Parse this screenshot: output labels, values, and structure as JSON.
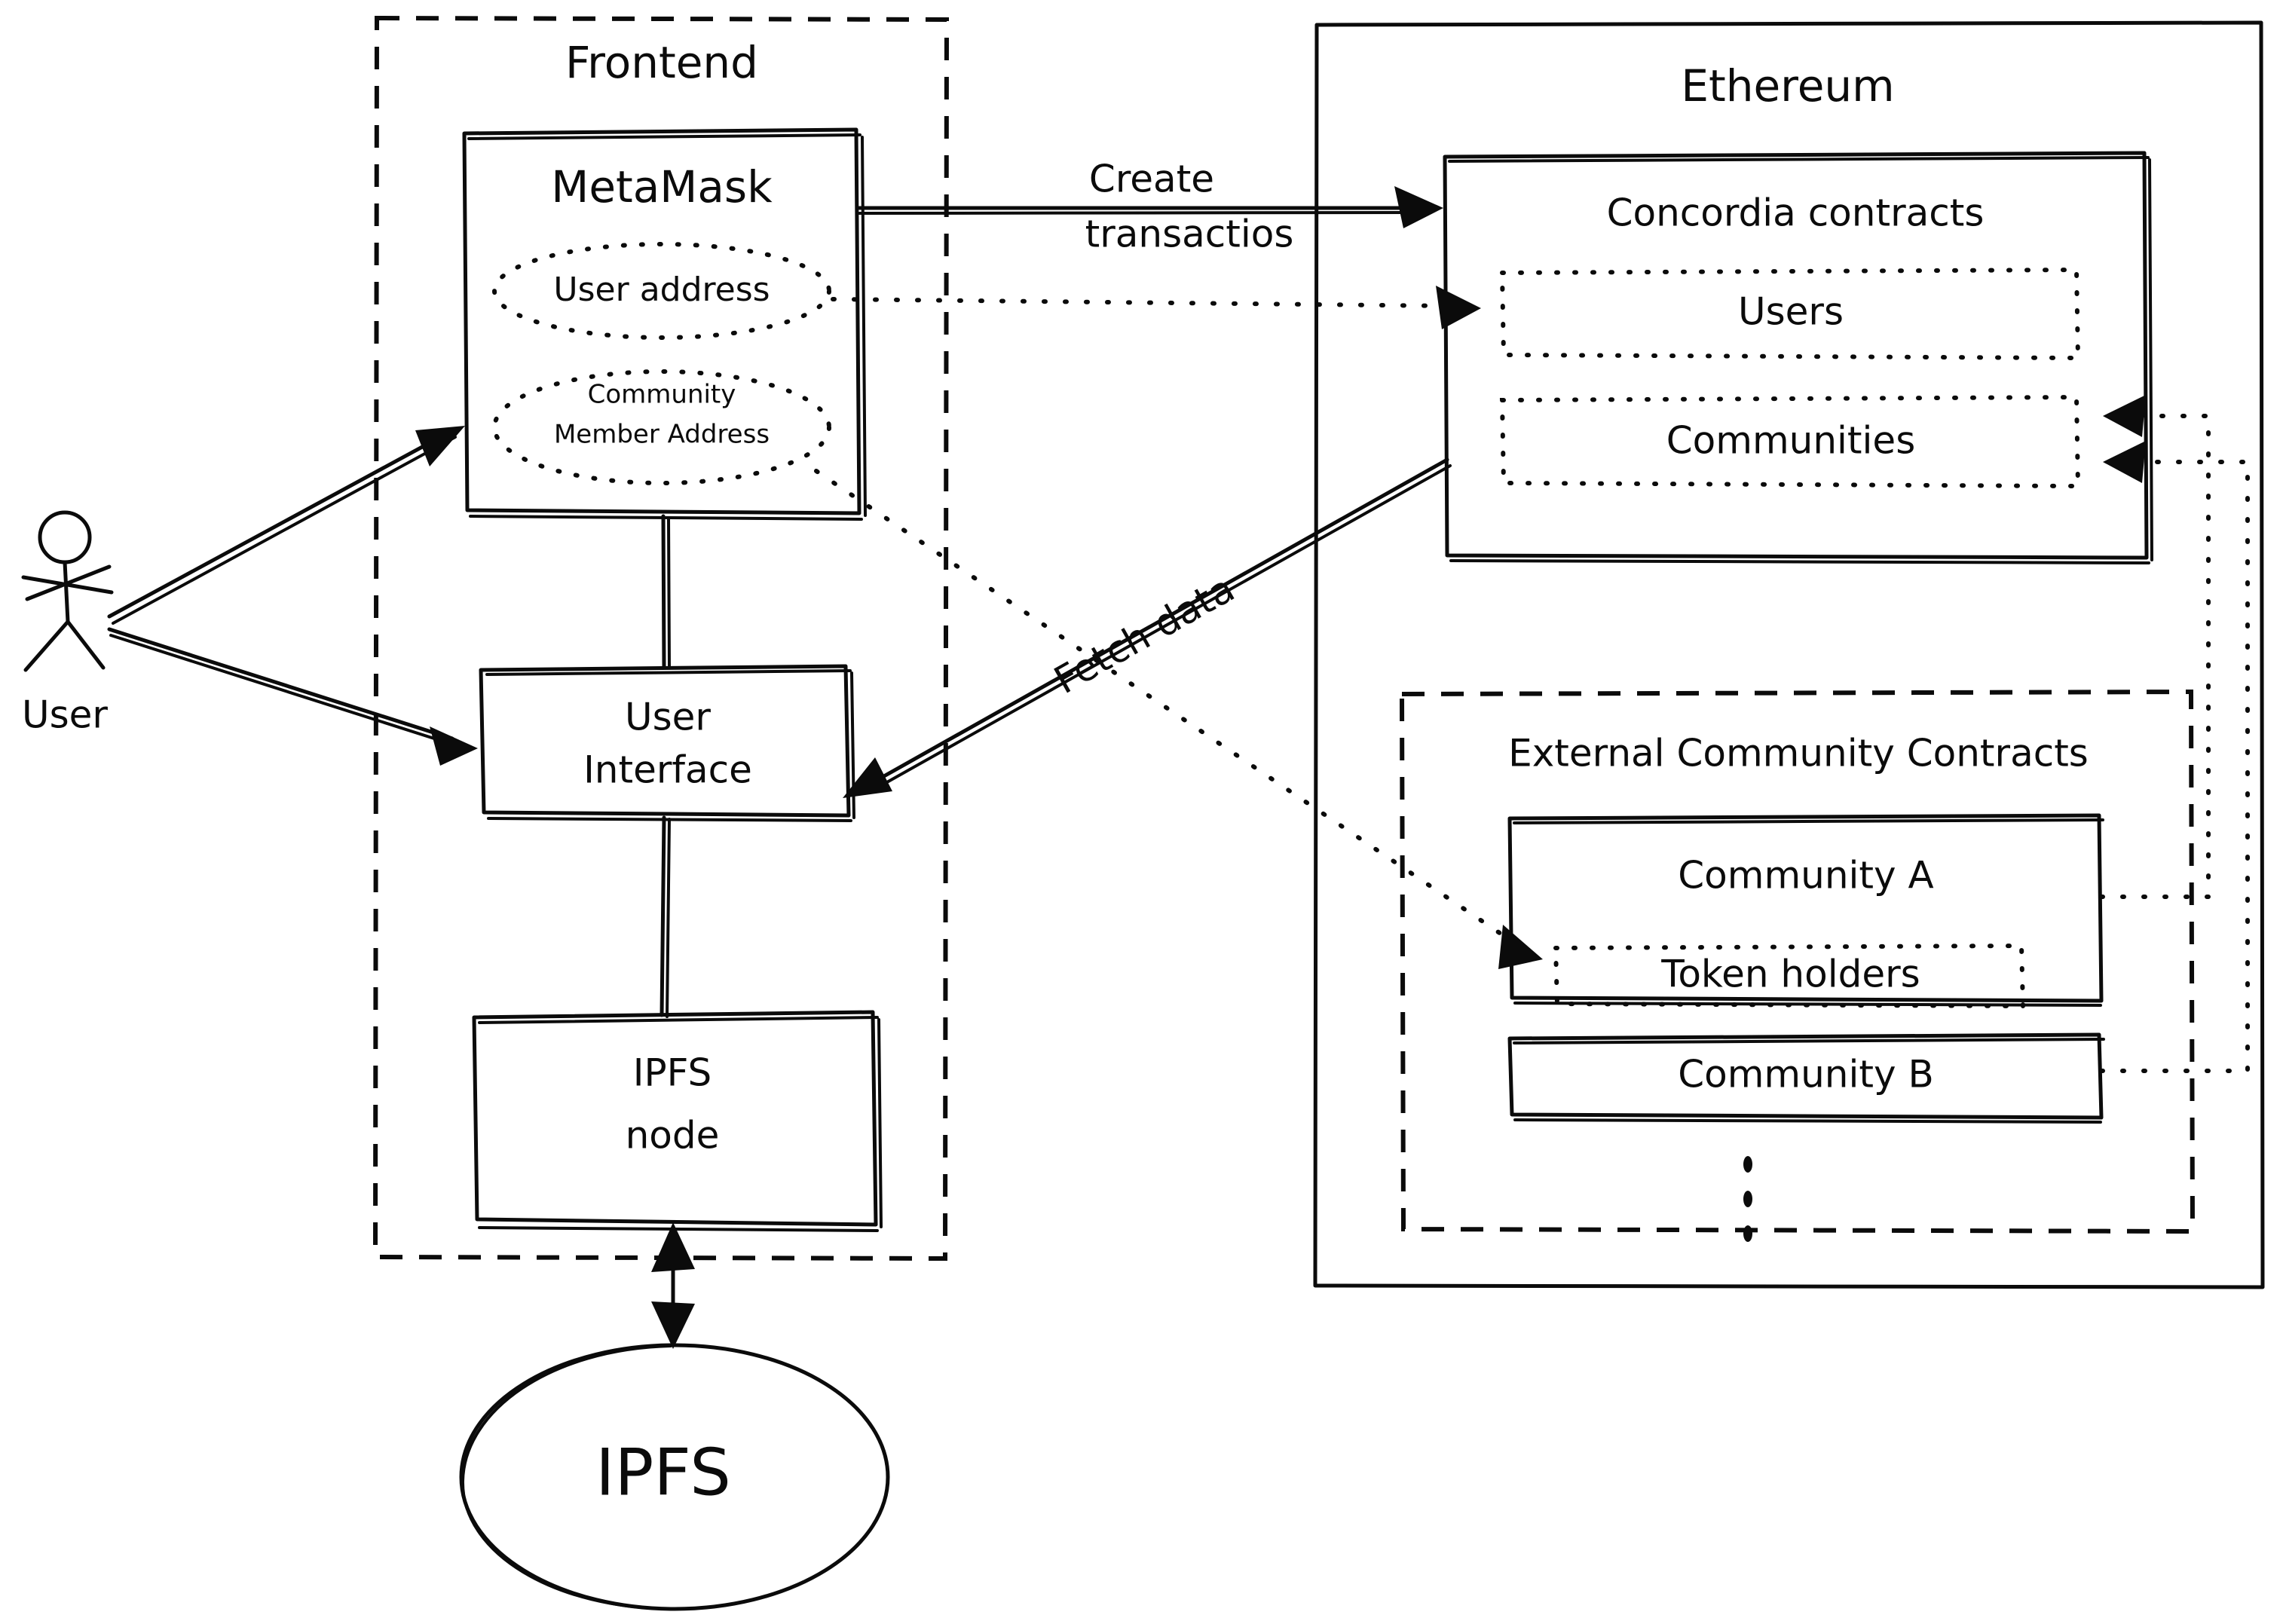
{
  "diagram": {
    "title": "Concordia system architecture",
    "background_color": "#ffffff",
    "ink_color": "#0b0b0b"
  },
  "actor": {
    "label": "User",
    "icon": "stick-figure-actor"
  },
  "frontend": {
    "label": "Frontend",
    "border_style": "dashed",
    "nodes": {
      "metamask": {
        "label": "MetaMask",
        "fields": [
          {
            "label": "User address",
            "shape": "ellipse",
            "border_style": "dotted"
          },
          {
            "label": "Community\nMember Address",
            "line1": "Community",
            "line2": "Member Address",
            "shape": "ellipse",
            "border_style": "dotted"
          }
        ]
      },
      "user_interface": {
        "line1": "User",
        "line2": "Interface"
      },
      "ipfs_node": {
        "line1": "IPFS",
        "line2": "node"
      }
    }
  },
  "storage": {
    "ipfs": {
      "label": "IPFS",
      "shape": "ellipse"
    }
  },
  "ethereum": {
    "label": "Ethereum",
    "border_style": "solid",
    "concordia_contracts": {
      "label": "Concordia contracts",
      "border_style": "solid",
      "items": [
        {
          "label": "Users",
          "border_style": "dotted"
        },
        {
          "label": "Communities",
          "border_style": "dotted"
        }
      ]
    },
    "external_community_contracts": {
      "label": "External Community Contracts",
      "border_style": "dashed",
      "communities": [
        {
          "label": "Community A",
          "border_style": "solid",
          "items": [
            {
              "label": "Token holders",
              "border_style": "dotted"
            }
          ]
        },
        {
          "label": "Community B",
          "border_style": "solid",
          "items": []
        }
      ],
      "continuation_marker": "vertical-ellipsis"
    }
  },
  "edges": [
    {
      "id": "user-to-metamask",
      "from": "User",
      "to": "MetaMask",
      "label": "",
      "style": "solid",
      "arrow": "single"
    },
    {
      "id": "user-to-ui",
      "from": "User",
      "to": "User Interface",
      "label": "",
      "style": "solid",
      "arrow": "single"
    },
    {
      "id": "metamask-to-concordia",
      "from": "MetaMask",
      "to": "Concordia contracts",
      "label": "Create transactios",
      "label_line1": "Create",
      "label_line2": "transactios",
      "style": "solid",
      "arrow": "single"
    },
    {
      "id": "useraddress-to-users",
      "from": "User address",
      "to": "Users",
      "label": "",
      "style": "dotted",
      "arrow": "single"
    },
    {
      "id": "communitymember-to-tokenholders",
      "from": "Community Member Address",
      "to": "Token holders",
      "label": "",
      "style": "dotted",
      "arrow": "single"
    },
    {
      "id": "communities-to-ui",
      "from": "Communities",
      "to": "User Interface",
      "label": "Fetch data",
      "style": "solid",
      "arrow": "single"
    },
    {
      "id": "communityA-to-communities",
      "from": "Community A",
      "to": "Communities",
      "label": "",
      "style": "dotted",
      "arrow": "single"
    },
    {
      "id": "communityB-to-communities",
      "from": "Community B",
      "to": "Communities",
      "label": "",
      "style": "dotted",
      "arrow": "single"
    },
    {
      "id": "ui-to-ipfsnode",
      "from": "User Interface",
      "to": "IPFS node",
      "label": "",
      "style": "solid",
      "arrow": "none"
    },
    {
      "id": "metamask-to-ui",
      "from": "MetaMask",
      "to": "User Interface",
      "label": "",
      "style": "solid",
      "arrow": "none"
    },
    {
      "id": "ipfsnode-to-ipfs",
      "from": "IPFS node",
      "to": "IPFS",
      "label": "",
      "style": "solid",
      "arrow": "double"
    }
  ]
}
